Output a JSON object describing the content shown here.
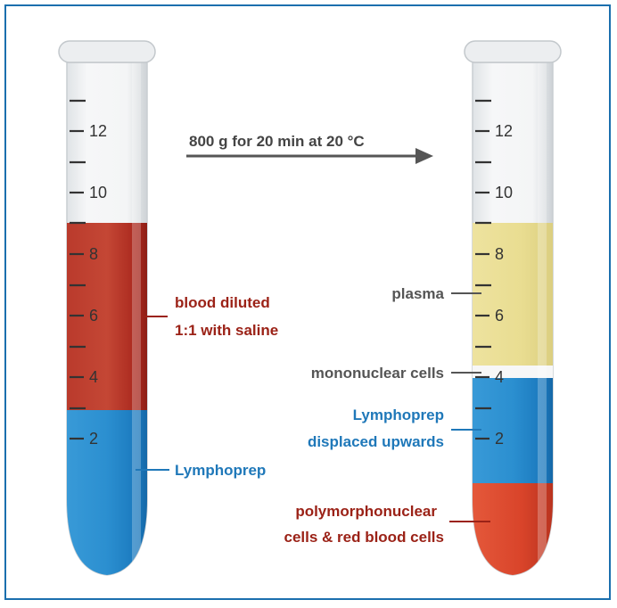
{
  "step": {
    "text": "800 g for 20 min at 20 °C"
  },
  "scale": {
    "ticks": [
      "12",
      "10",
      "8",
      "6",
      "4",
      "2"
    ]
  },
  "left_tube": {
    "blood_label_line1": "blood diluted",
    "blood_label_line2": "1:1 with saline",
    "lymphoprep_label": "Lymphoprep"
  },
  "right_tube": {
    "plasma_label": "plasma",
    "mononuclear_label": "mononuclear cells",
    "lymphoprep_label_line1": "Lymphoprep",
    "lymphoprep_label_line2": "displaced upwards",
    "pmn_label_line1": "polymorphonuclear",
    "pmn_label_line2": "cells & red blood cells"
  },
  "colors": {
    "border": "#1b6fae",
    "blood": "#a8261c",
    "lymphoprep": "#1f86c9",
    "plasma": "#e8dc8f",
    "red_cells": "#d9442a",
    "blue_text": "#1f78b9",
    "red_text": "#9b2217",
    "gray_text": "#555555"
  }
}
